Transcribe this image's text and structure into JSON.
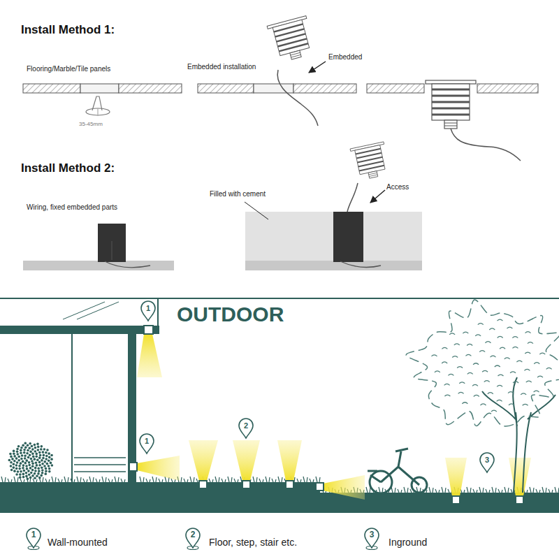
{
  "diagram": {
    "labels": [
      "Install Method 1:",
      "Flooring/Marble/Tile panels",
      "35-45mm",
      "Embedded installation",
      "Embedded",
      "Install Method 2:",
      "Wiring, fixed embedded parts",
      "Filled with cement",
      "Access",
      "OUTDOOR",
      "1",
      "1",
      "2",
      "3",
      "1",
      "2",
      "3"
    ],
    "legend": [
      {
        "text": "Wall-mounted"
      },
      {
        "text": "Floor, step, stair etc."
      },
      {
        "text": "Inground"
      }
    ]
  }
}
